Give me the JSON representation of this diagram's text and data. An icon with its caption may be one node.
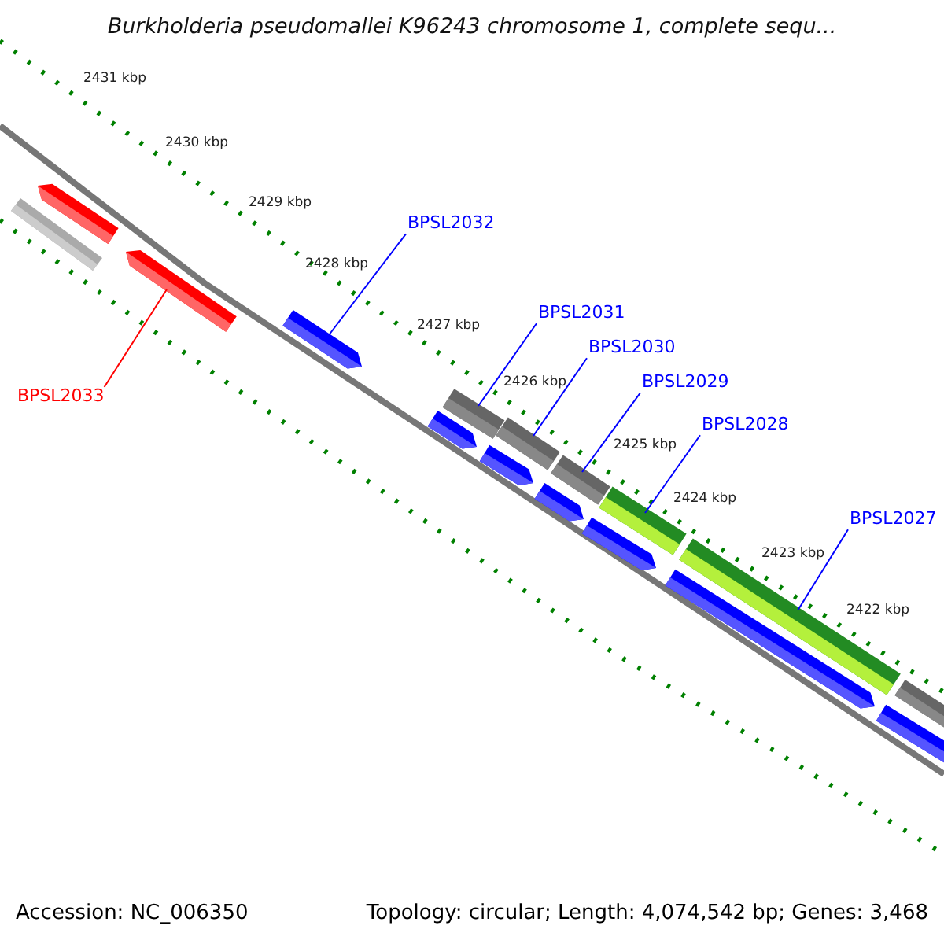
{
  "diagram": {
    "title": "Burkholderia pseudomallei K96243 chromosome 1, complete sequ...",
    "nodes": [
      {
        "text": [],
        "shape": "bar"
      },
      {
        "text": [],
        "shape": "arrow"
      },
      {
        "text": [
          "BPSL2033"
        ]
      },
      {
        "text": [],
        "shape": "arrow"
      },
      {
        "text": [
          "BPSL2032"
        ]
      },
      {
        "text": [],
        "shape": "arrow"
      },
      {
        "text": [],
        "shape": "arrow"
      },
      {
        "text": [
          "BPSL2031"
        ]
      },
      {
        "text": [],
        "shape": "bar"
      },
      {
        "text": [],
        "shape": "arrow"
      },
      {
        "text": [
          "BPSL2030"
        ]
      },
      {
        "text": [],
        "shape": "bar"
      },
      {
        "text": [],
        "shape": "arrow"
      },
      {
        "text": [
          "BPSL2029"
        ]
      },
      {
        "text": [],
        "shape": "bar"
      },
      {
        "text": [],
        "shape": "arrow"
      },
      {
        "text": [
          "BPSL2028"
        ]
      },
      {
        "text": [],
        "shape": "bar"
      },
      {
        "text": [],
        "shape": "arrow"
      },
      {
        "text": [
          "BPSL2027"
        ]
      },
      {
        "text": [],
        "shape": "bar"
      },
      {
        "text": [],
        "shape": "arrow"
      },
      {
        "text": [],
        "shape": "bar"
      }
    ],
    "edges": [
      {
        "from": 2,
        "to": 3,
        "arrow": "none",
        "color": "#ff0000"
      },
      {
        "from": 4,
        "to": 5,
        "arrow": "none"
      },
      {
        "from": 7,
        "to": 8,
        "arrow": "none"
      },
      {
        "from": 10,
        "to": 11,
        "arrow": "none"
      },
      {
        "from": 13,
        "to": 14,
        "arrow": "none"
      },
      {
        "from": 16,
        "to": 17,
        "arrow": "none"
      },
      {
        "from": 19,
        "to": 20,
        "arrow": "none"
      }
    ],
    "labels": [
      "2431 kbp",
      "2430 kbp",
      "2429 kbp",
      "2428 kbp",
      "2427 kbp",
      "2426 kbp",
      "2425 kbp",
      "2424 kbp",
      "2423 kbp",
      "2422 kbp",
      "Accession: NC_006350",
      "Topology: circular; Length: 4,074,542 bp; Genes: 3,468"
    ]
  }
}
